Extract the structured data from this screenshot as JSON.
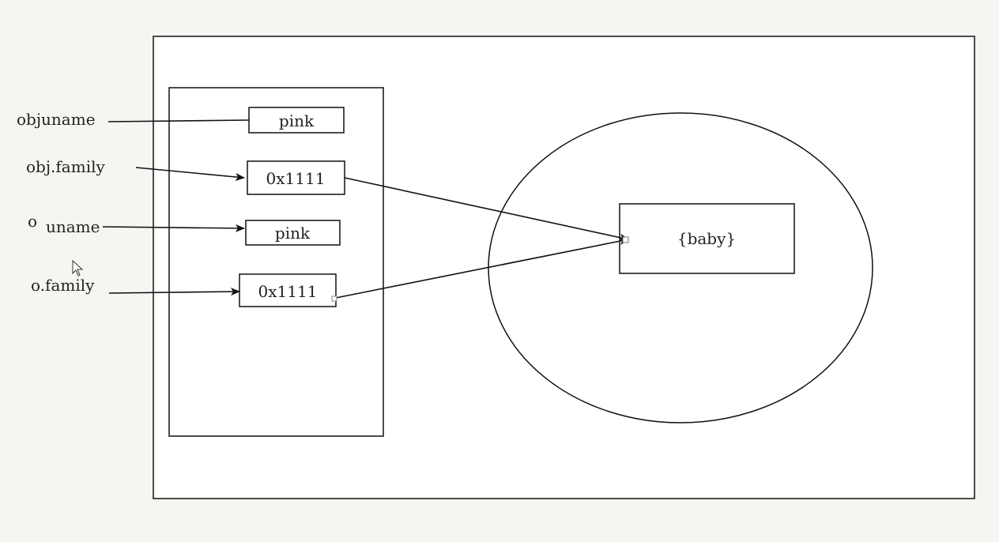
{
  "stack": {
    "rows": [
      {
        "label": "objuname",
        "value": "pink"
      },
      {
        "label": "obj.family",
        "value": "0x1111"
      },
      {
        "label": "o",
        "label2": "uname",
        "value": "pink"
      },
      {
        "label": "o.family",
        "value": "0x1111"
      }
    ]
  },
  "heap": {
    "object_label": "{baby}"
  },
  "colors": {
    "background": "#f6f5f1",
    "panel": "#ffffff",
    "stroke": "#111111"
  },
  "icons": {
    "cursor": "mouse-pointer-icon"
  }
}
